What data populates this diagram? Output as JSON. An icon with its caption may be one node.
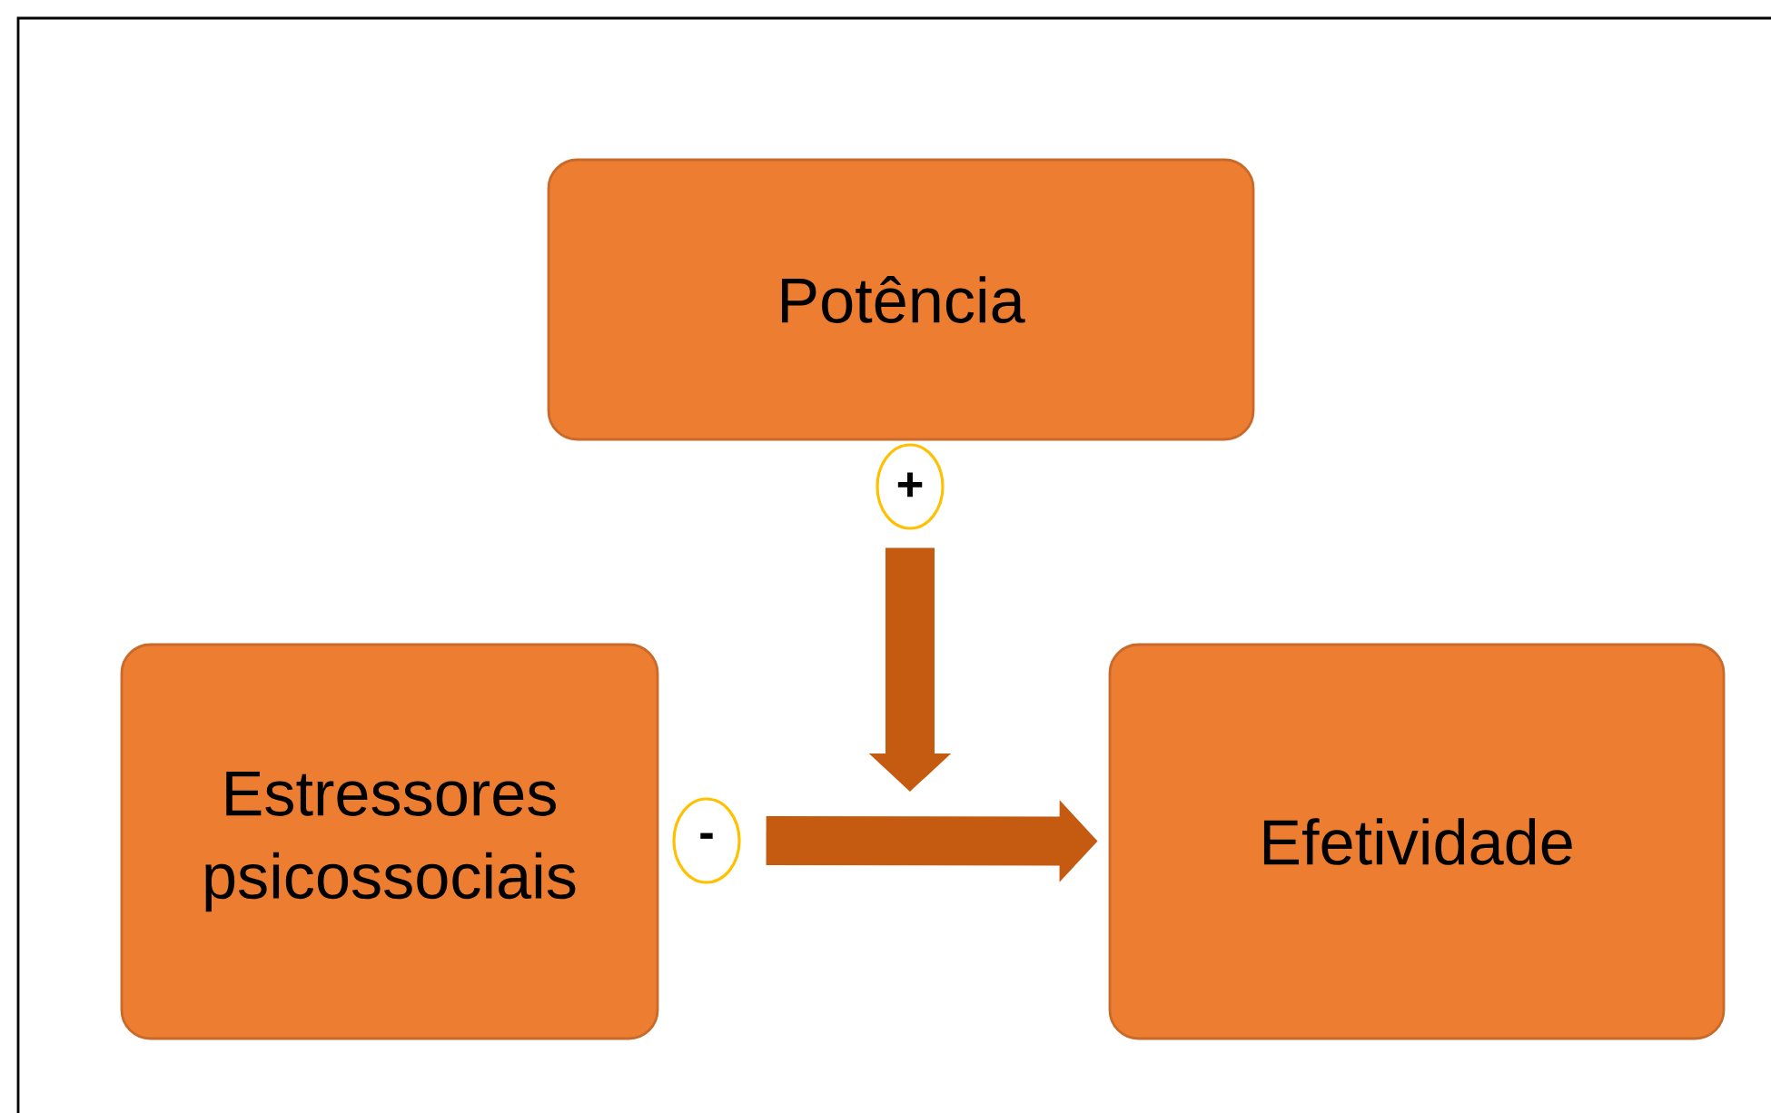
{
  "diagram": {
    "nodes": [
      {
        "text": [
          "Potência"
        ]
      },
      {
        "text": [
          "Estressores psicossociais"
        ]
      },
      {
        "text": [
          "Efetividade"
        ]
      },
      {
        "text": [
          "+"
        ]
      },
      {
        "text": [
          "-"
        ]
      }
    ],
    "edges": [
      {
        "from": 3,
        "to": null,
        "arrow": "to"
      },
      {
        "from": 4,
        "to": 2,
        "arrow": "to"
      }
    ]
  }
}
